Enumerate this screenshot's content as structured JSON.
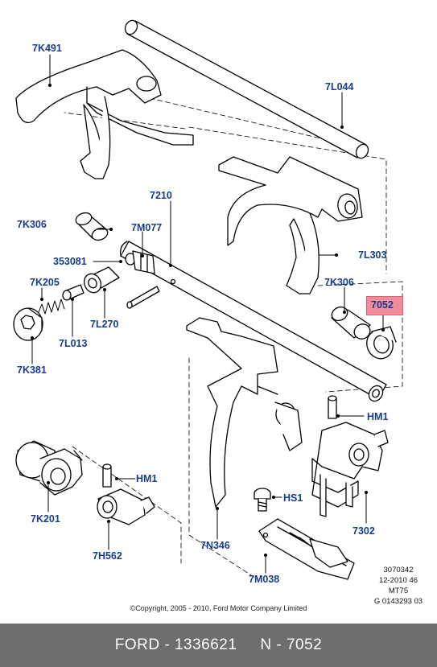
{
  "labels": {
    "p7K491": "7K491",
    "p7L044": "7L044",
    "p7210": "7210",
    "p7K306a": "7K306",
    "p7M077": "7M077",
    "p353081": "353081",
    "p7K205": "7K205",
    "p7L303": "7L303",
    "p7K306b": "7K306",
    "p7052": "7052",
    "p7L270": "7L270",
    "p7L013": "7L013",
    "p7K381": "7K381",
    "pHM1a": "HM1",
    "pHM1b": "HM1",
    "pHS1": "HS1",
    "p7K201": "7K201",
    "p7H562": "7H562",
    "p7N346": "7N346",
    "p7302": "7302",
    "p7M038": "7M038"
  },
  "highlight": {
    "part": "7052",
    "color": "#f28b9b"
  },
  "reference": {
    "line1": "3070342",
    "line2": "12-2010 46",
    "line3": "MT75",
    "line4": "G 0143293 03"
  },
  "copyright": "©Copyright, 2005 - 2010, Ford Motor Company Limited",
  "footer": {
    "text": "FORD - 1336621     N - 7052",
    "bg": "#6e6e6e"
  }
}
